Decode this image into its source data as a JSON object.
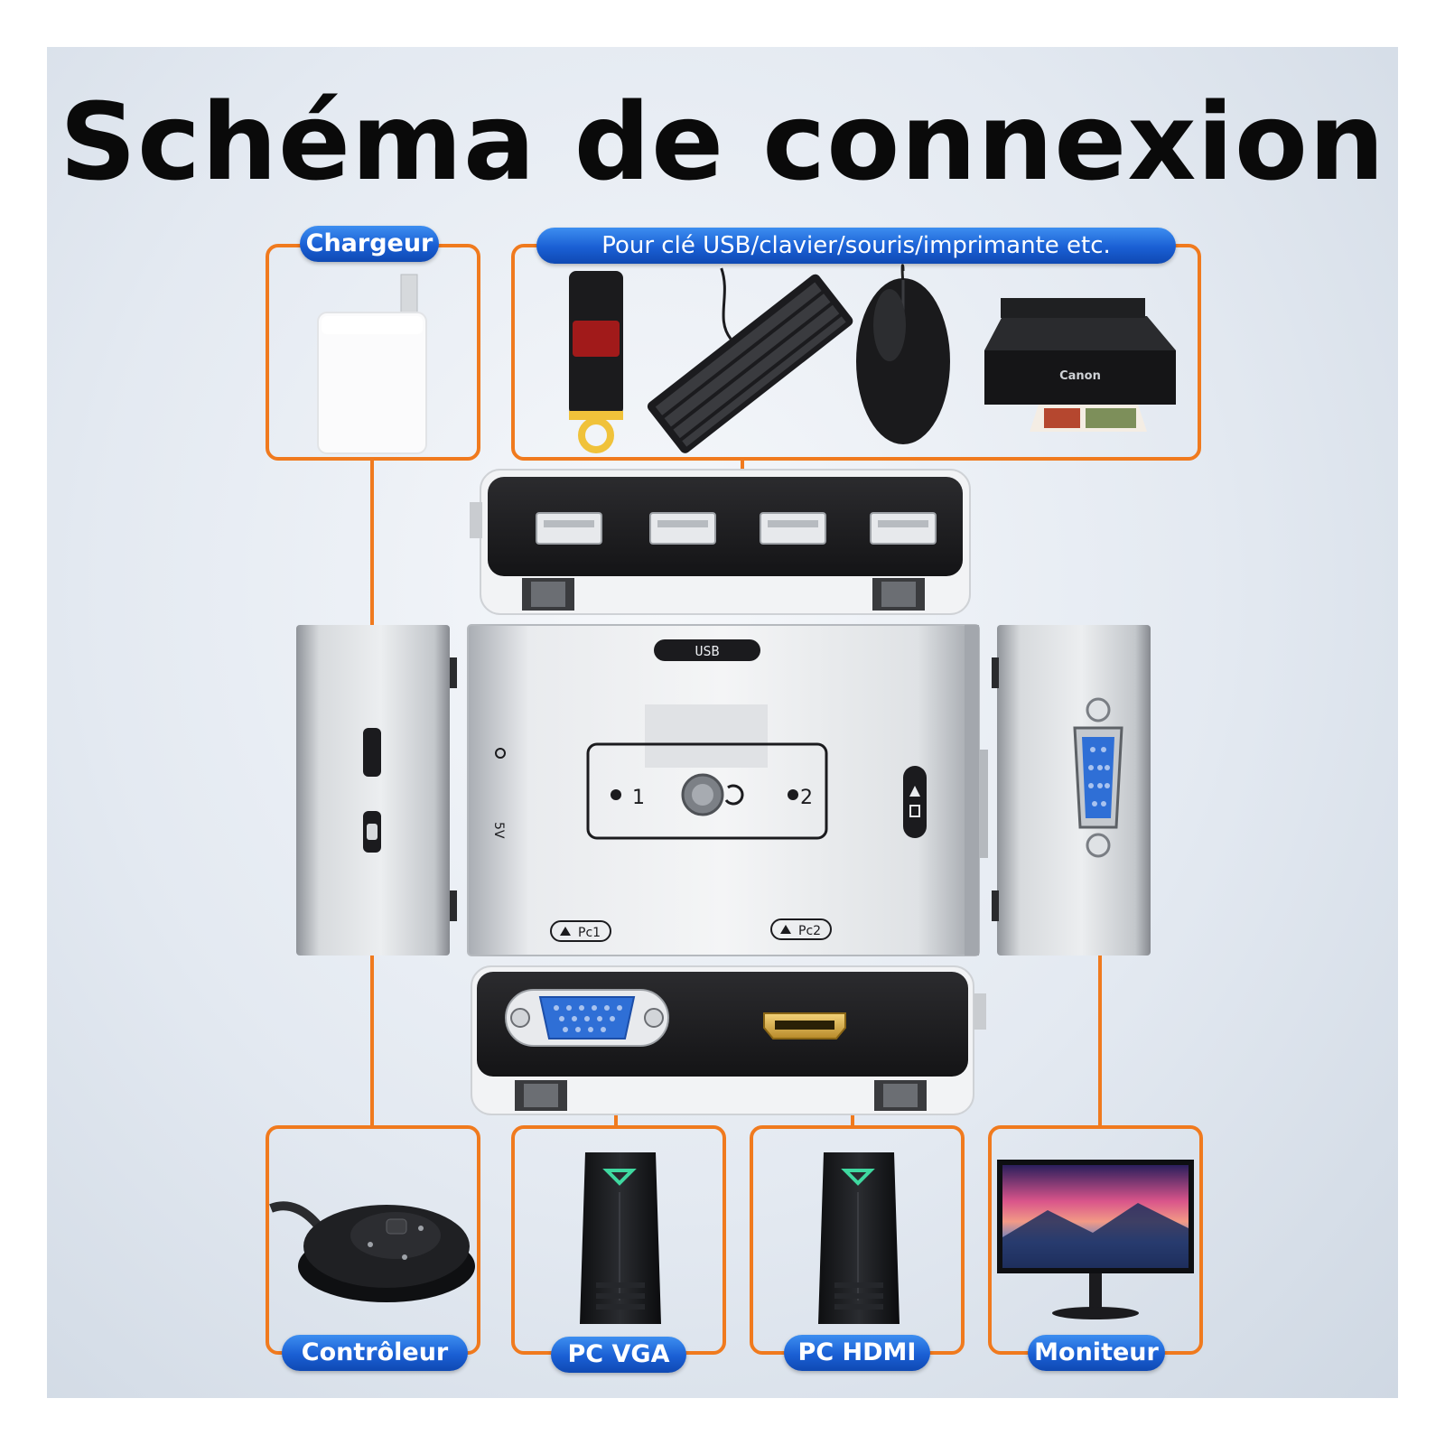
{
  "title": "Schéma de connexion",
  "labels": {
    "charger": "Chargeur",
    "peripherals": "Pour clé USB/clavier/souris/imprimante etc.",
    "controller": "Contrôleur",
    "pc_vga": "PC VGA",
    "pc_hdmi": "PC HDMI",
    "monitor": "Moniteur"
  },
  "device": {
    "top_badge": "USB",
    "port_1": "1",
    "port_2": "2",
    "side_label": "5V",
    "pc1_tag": "Pc1",
    "pc2_tag": "Pc2",
    "printer_brand": "Canon"
  },
  "colors": {
    "connector_line": "#f07a1e",
    "label_blue": "#1a5fd4",
    "device_dark": "#1e1e20",
    "device_silver": "#d9dce0",
    "vga_blue": "#2f6fd6"
  }
}
